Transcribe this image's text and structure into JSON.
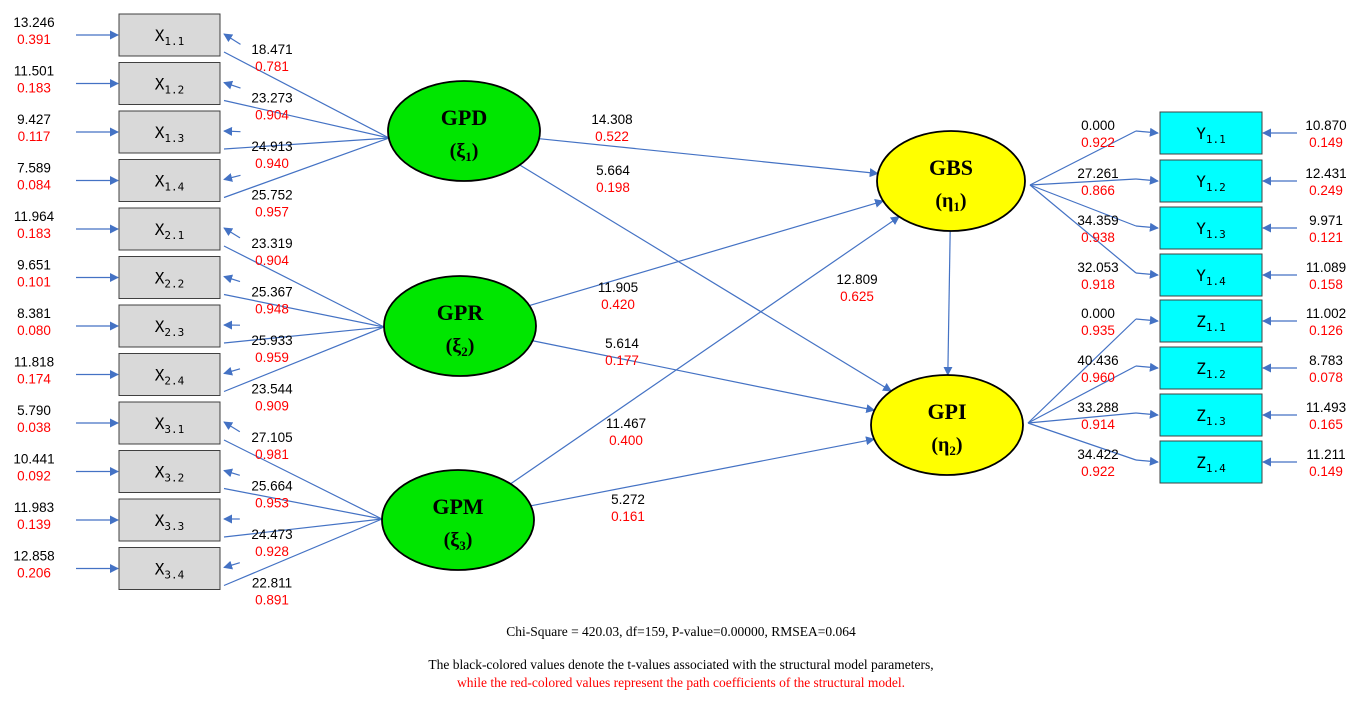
{
  "indicators_left": [
    {
      "id": "x11",
      "group": "GPD",
      "main": "X",
      "sub": "1.1",
      "error_t": "13.246",
      "error_pc": "0.391",
      "load_t": "18.471",
      "load_pc": "0.781"
    },
    {
      "id": "x12",
      "group": "GPD",
      "main": "X",
      "sub": "1.2",
      "error_t": "11.501",
      "error_pc": "0.183",
      "load_t": "23.273",
      "load_pc": "0.904"
    },
    {
      "id": "x13",
      "group": "GPD",
      "main": "X",
      "sub": "1.3",
      "error_t": "9.427",
      "error_pc": "0.117",
      "load_t": "24.913",
      "load_pc": "0.940"
    },
    {
      "id": "x14",
      "group": "GPD",
      "main": "X",
      "sub": "1.4",
      "error_t": "7.589",
      "error_pc": "0.084",
      "load_t": "25.752",
      "load_pc": "0.957"
    },
    {
      "id": "x21",
      "group": "GPR",
      "main": "X",
      "sub": "2.1",
      "error_t": "11.964",
      "error_pc": "0.183",
      "load_t": "23.319",
      "load_pc": "0.904"
    },
    {
      "id": "x22",
      "group": "GPR",
      "main": "X",
      "sub": "2.2",
      "error_t": "9.651",
      "error_pc": "0.101",
      "load_t": "25.367",
      "load_pc": "0.948"
    },
    {
      "id": "x23",
      "group": "GPR",
      "main": "X",
      "sub": "2.3",
      "error_t": "8.381",
      "error_pc": "0.080",
      "load_t": "25.933",
      "load_pc": "0.959"
    },
    {
      "id": "x24",
      "group": "GPR",
      "main": "X",
      "sub": "2.4",
      "error_t": "11.818",
      "error_pc": "0.174",
      "load_t": "23.544",
      "load_pc": "0.909"
    },
    {
      "id": "x31",
      "group": "GPM",
      "main": "X",
      "sub": "3.1",
      "error_t": "5.790",
      "error_pc": "0.038",
      "load_t": "27.105",
      "load_pc": "0.981"
    },
    {
      "id": "x32",
      "group": "GPM",
      "main": "X",
      "sub": "3.2",
      "error_t": "10.441",
      "error_pc": "0.092",
      "load_t": "25.664",
      "load_pc": "0.953"
    },
    {
      "id": "x33",
      "group": "GPM",
      "main": "X",
      "sub": "3.3",
      "error_t": "11.983",
      "error_pc": "0.139",
      "load_t": "24.473",
      "load_pc": "0.928"
    },
    {
      "id": "x34",
      "group": "GPM",
      "main": "X",
      "sub": "3.4",
      "error_t": "12.858",
      "error_pc": "0.206",
      "load_t": "22.811",
      "load_pc": "0.891"
    }
  ],
  "indicators_right": [
    {
      "id": "y11",
      "group": "GBS",
      "main": "Y",
      "sub": "1.1",
      "error_t": "10.870",
      "error_pc": "0.149",
      "load_t": "0.000",
      "load_pc": "0.922"
    },
    {
      "id": "y12",
      "group": "GBS",
      "main": "Y",
      "sub": "1.2",
      "error_t": "12.431",
      "error_pc": "0.249",
      "load_t": "27.261",
      "load_pc": "0.866"
    },
    {
      "id": "y13",
      "group": "GBS",
      "main": "Y",
      "sub": "1.3",
      "error_t": "9.971",
      "error_pc": "0.121",
      "load_t": "34.359",
      "load_pc": "0.938"
    },
    {
      "id": "y14",
      "group": "GBS",
      "main": "Y",
      "sub": "1.4",
      "error_t": "11.089",
      "error_pc": "0.158",
      "load_t": "32.053",
      "load_pc": "0.918"
    },
    {
      "id": "z11",
      "group": "GPI",
      "main": "Z",
      "sub": "1.1",
      "error_t": "11.002",
      "error_pc": "0.126",
      "load_t": "0.000",
      "load_pc": "0.935"
    },
    {
      "id": "z12",
      "group": "GPI",
      "main": "Z",
      "sub": "1.2",
      "error_t": "8.783",
      "error_pc": "0.078",
      "load_t": "40.436",
      "load_pc": "0.960"
    },
    {
      "id": "z13",
      "group": "GPI",
      "main": "Z",
      "sub": "1.3",
      "error_t": "11.493",
      "error_pc": "0.165",
      "load_t": "33.288",
      "load_pc": "0.914"
    },
    {
      "id": "z14",
      "group": "GPI",
      "main": "Z",
      "sub": "1.4",
      "error_t": "11.211",
      "error_pc": "0.149",
      "load_t": "34.422",
      "load_pc": "0.922"
    }
  ],
  "latents": [
    {
      "id": "GPD",
      "name": "GPD",
      "symbol": "ξ",
      "sub": "1",
      "color": "#00e600"
    },
    {
      "id": "GPR",
      "name": "GPR",
      "symbol": "ξ",
      "sub": "2",
      "color": "#00e600"
    },
    {
      "id": "GPM",
      "name": "GPM",
      "symbol": "ξ",
      "sub": "3",
      "color": "#00e600"
    },
    {
      "id": "GBS",
      "name": "GBS",
      "symbol": "η",
      "sub": "1",
      "color": "#ffff00"
    },
    {
      "id": "GPI",
      "name": "GPI",
      "symbol": "η",
      "sub": "2",
      "color": "#ffff00"
    }
  ],
  "structural_paths": [
    {
      "from": "GPD",
      "to": "GBS",
      "t": "14.308",
      "pc": "0.522"
    },
    {
      "from": "GPD",
      "to": "GPI",
      "t": "5.664",
      "pc": "0.198"
    },
    {
      "from": "GPR",
      "to": "GBS",
      "t": "11.905",
      "pc": "0.420"
    },
    {
      "from": "GPR",
      "to": "GPI",
      "t": "5.614",
      "pc": "0.177"
    },
    {
      "from": "GPM",
      "to": "GBS",
      "t": "11.467",
      "pc": "0.400"
    },
    {
      "from": "GPM",
      "to": "GPI",
      "t": "5.272",
      "pc": "0.161"
    },
    {
      "from": "GBS",
      "to": "GPI",
      "t": "12.809",
      "pc": "0.625"
    }
  ],
  "colors": {
    "arrow": "#4472c4",
    "left_box_fill": "#d9d9d9",
    "right_box_fill": "#00ffff",
    "t_value": "#000000",
    "coefficient": "#ff0000"
  },
  "footer": {
    "fit": "Chi-Square = 420.03, df=159, P-value=0.00000, RMSEA=0.064",
    "note_black": "The black-colored values denote the t-values associated with the structural model parameters,",
    "note_red": "while the red-colored values represent the path coefficients of the structural model."
  }
}
